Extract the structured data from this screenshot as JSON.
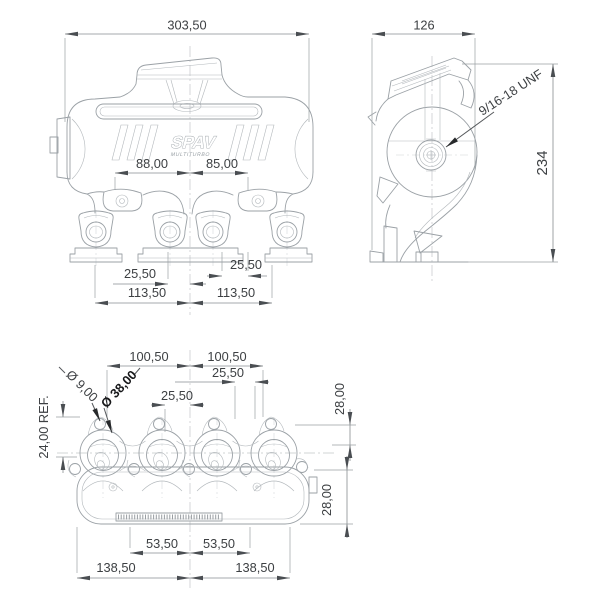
{
  "brand": {
    "name": "SPAV",
    "subtitle": "MULTITURBO"
  },
  "front_view": {
    "dims": {
      "overall": "303,50",
      "port_left": "88,00",
      "port_right": "85,00",
      "offset_right": "25,50",
      "offset_left": "25,50",
      "flange_left": "113,50",
      "flange_right": "113,50"
    }
  },
  "side_view": {
    "dims": {
      "width": "126",
      "height": "234",
      "thread": "9/16-18 UNF"
    }
  },
  "top_view": {
    "dims": {
      "span_left": "100,50",
      "span_right": "100,50",
      "offset_upper": "25,50",
      "offset_lower": "25,50",
      "hole_diameter": "Ø 9,00",
      "port_diameter": "Ø 38,00",
      "reference": "24,00 REF.",
      "edge_top": "28,00",
      "edge_bottom": "28,00",
      "inner_left": "53,50",
      "inner_right": "53,50",
      "overall_left": "138,50",
      "overall_right": "138,50"
    }
  }
}
